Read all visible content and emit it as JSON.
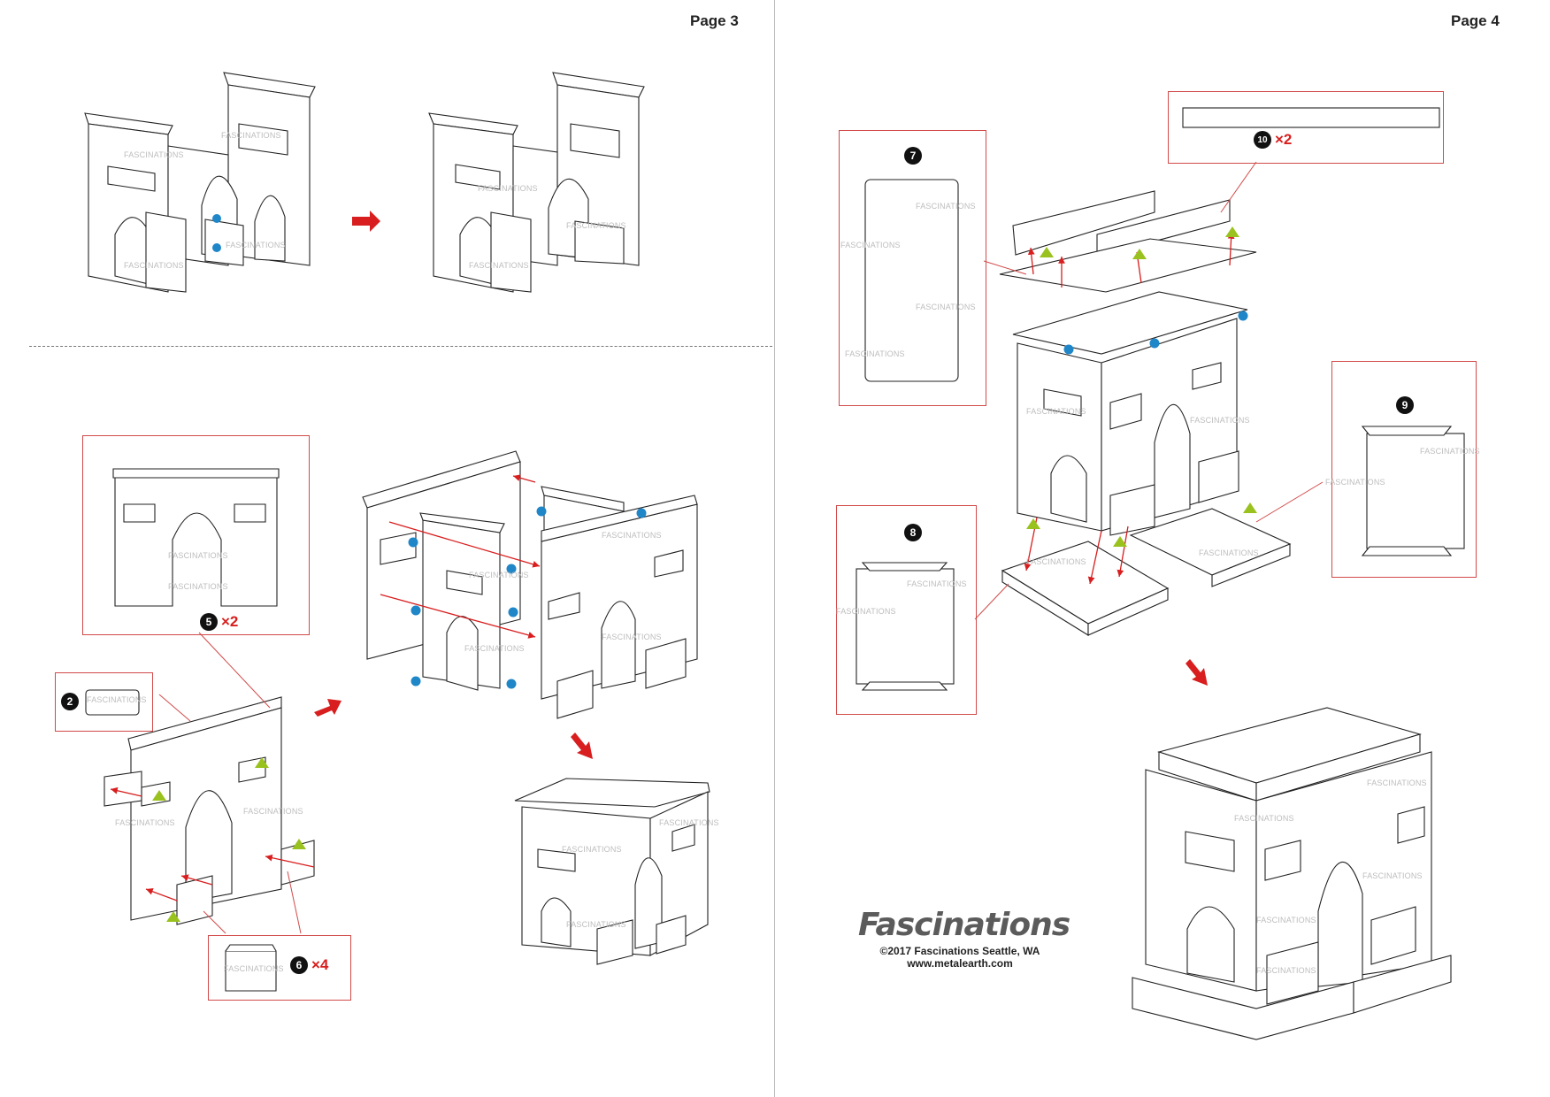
{
  "pages": {
    "left": "Page 3",
    "right": "Page 4"
  },
  "watermark": "FASCINATIONS",
  "parts": {
    "p2": {
      "number": "2",
      "multiplier": ""
    },
    "p5": {
      "number": "5",
      "multiplier": "×2"
    },
    "p6": {
      "number": "6",
      "multiplier": "×4"
    },
    "p7": {
      "number": "7",
      "multiplier": ""
    },
    "p8": {
      "number": "8",
      "multiplier": ""
    },
    "p9": {
      "number": "9",
      "multiplier": ""
    },
    "p10": {
      "number": "10",
      "multiplier": "×2"
    }
  },
  "brand": {
    "logo": "Fascinations",
    "copyright": "©2017 Fascinations Seattle, WA",
    "url": "www.metalearth.com"
  },
  "colors": {
    "arrow": "#d81e1e",
    "callout": "#d24a4a",
    "dot": "#1f86c8",
    "triangle": "#9ac21e"
  }
}
